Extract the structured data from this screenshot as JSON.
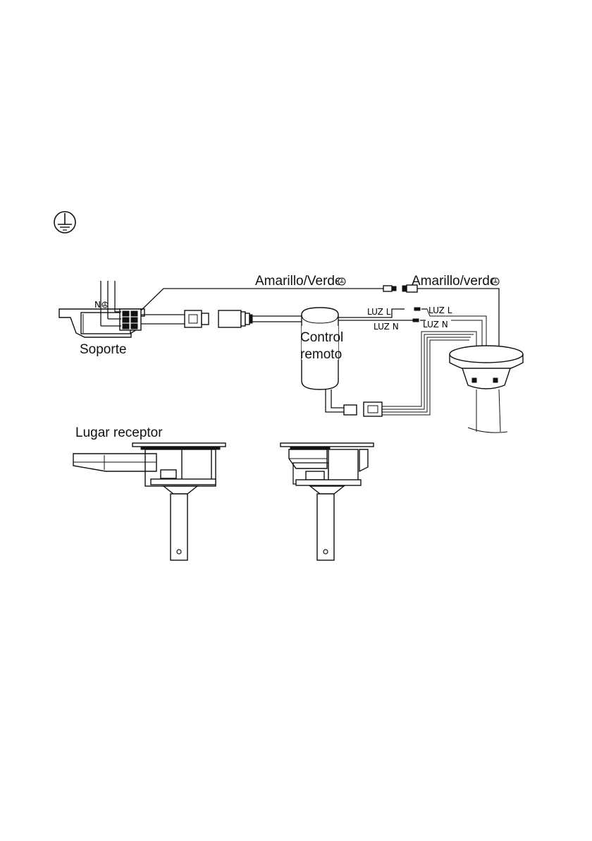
{
  "labels": {
    "amarillo_verde_left": "Amarillo/Verde",
    "amarillo_verde_right": "Amarillo/verde",
    "luz_l_left": "LUZ L",
    "luz_n_left": "LUZ N",
    "luz_l_right": "LUZ L",
    "luz_n_right": "LUZ N",
    "control_line1": "Control",
    "control_line2": "remoto",
    "soporte": "Soporte",
    "lugar_receptor": "Lugar receptor",
    "terminal_n": "N"
  },
  "icons": {
    "ground_symbol": "earth-ground-icon"
  }
}
